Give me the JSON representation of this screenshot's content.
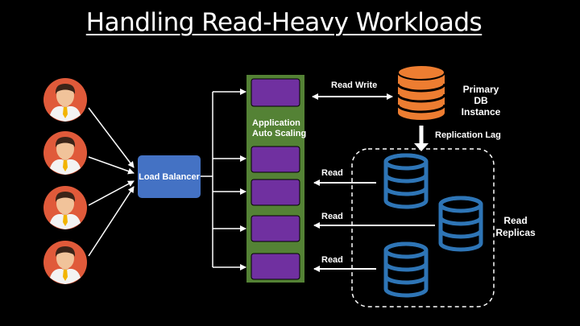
{
  "title": "Handling Read-Heavy Workloads",
  "colors": {
    "background": "#000000",
    "user_circle": "#e05a3a",
    "app_panel": "#548235",
    "instance": "#7030a0",
    "load_balancer": "#4472c4",
    "primary_db": "#ed7d31",
    "replica_db": "#2e75b6"
  },
  "icons": {
    "users": "person-icon",
    "primary": "database-icon",
    "replicas": "database-icon"
  },
  "labels": {
    "load_balancer": "Load Balancer",
    "app_auto_scaling": "Application Auto Scaling",
    "read_write": "Read Write",
    "primary_db": "Primary DB Instance",
    "replication_lag": "Replication Lag",
    "read_1": "Read",
    "read_2": "Read",
    "read_3": "Read",
    "read_replicas": "Read Replicas"
  }
}
